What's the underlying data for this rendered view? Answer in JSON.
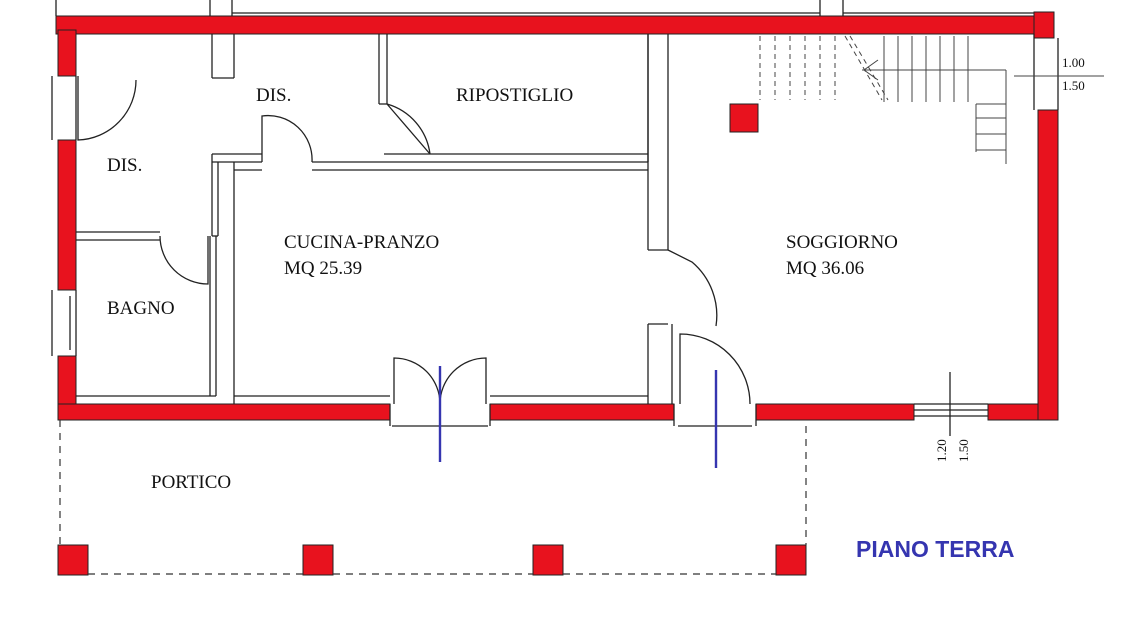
{
  "plan": {
    "title": "PIANO TERRA",
    "colors": {
      "wall": "#e8121e",
      "accent": "#3535b0",
      "line": "#222222"
    },
    "rooms": {
      "dis_upper": "DIS.",
      "dis_left": "DIS.",
      "ripostiglio": "RIPOSTIGLIO",
      "cucina_name": "CUCINA-PRANZO",
      "cucina_area": "MQ 25.39",
      "soggiorno_name": "SOGGIORNO",
      "soggiorno_area": "MQ 36.06",
      "bagno": "BAGNO",
      "portico": "PORTICO"
    },
    "dimensions": {
      "stair_top": "1.00",
      "stair_bottom": "1.50",
      "window_left": "1.20",
      "window_right": "1.50"
    }
  }
}
